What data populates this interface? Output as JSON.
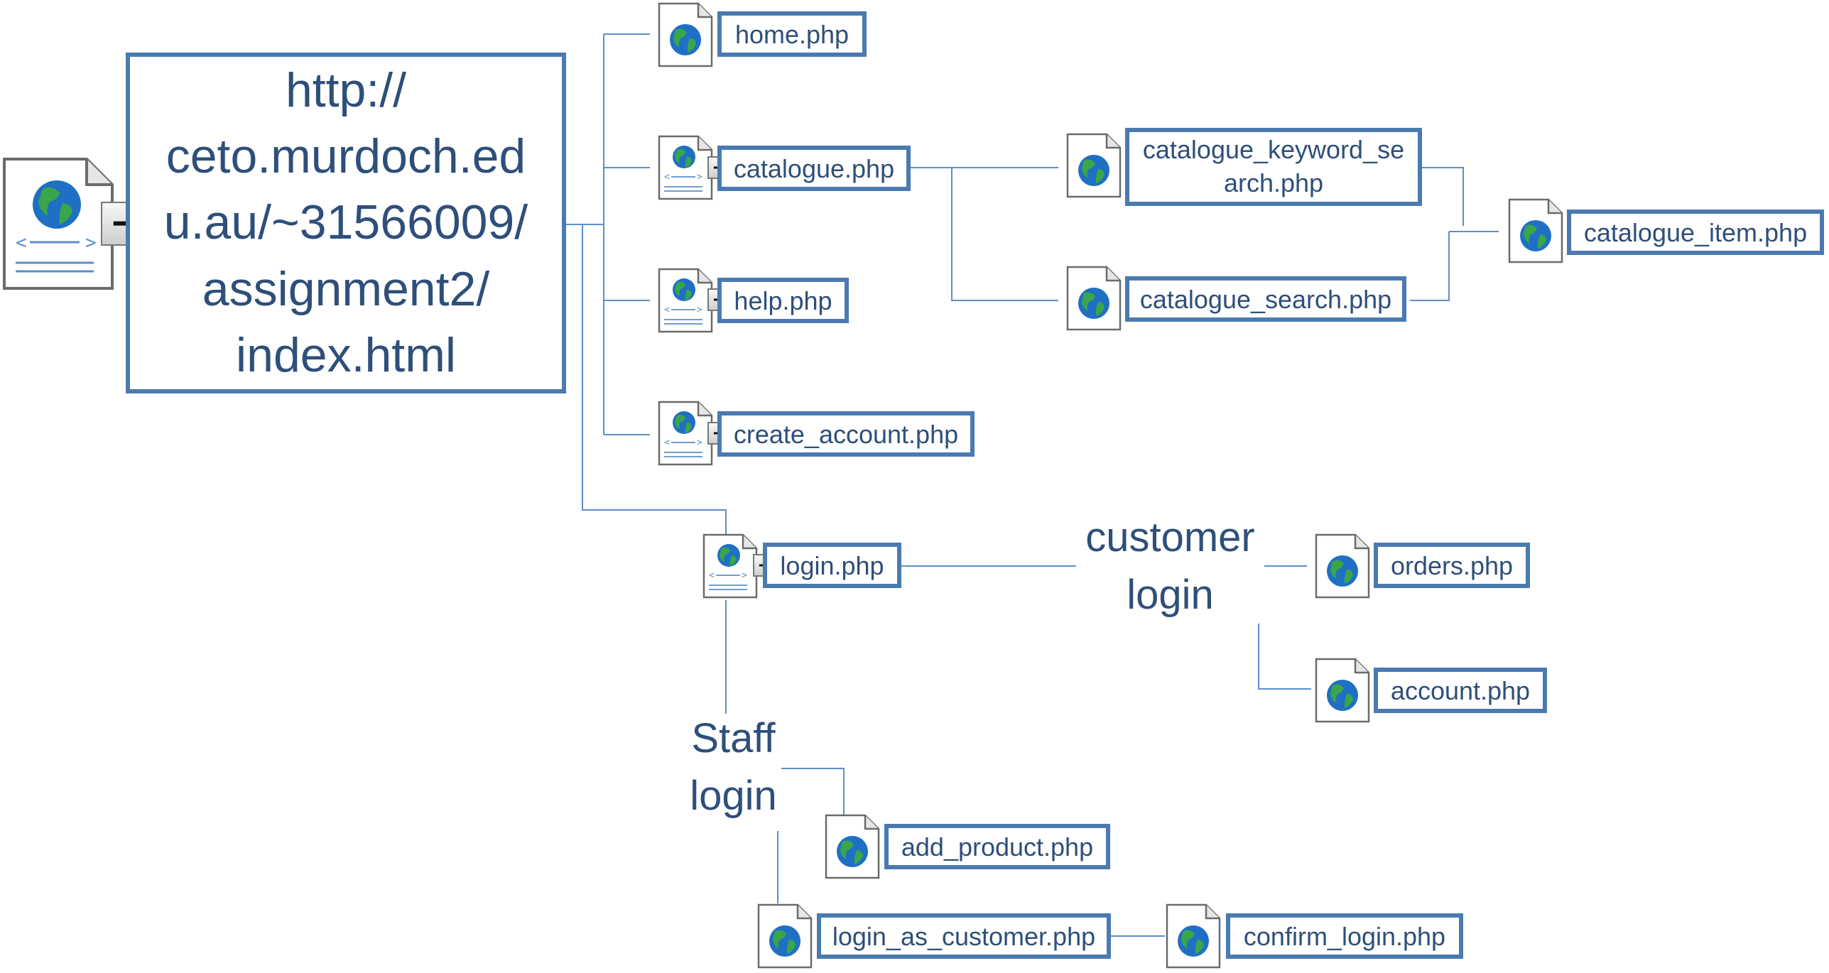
{
  "root": {
    "url_lines": [
      "http://",
      "ceto.murdoch.ed",
      "u.au/~31566009/",
      "assignment2/",
      "index.html"
    ],
    "toggle": "−"
  },
  "pages": {
    "home": "home.php",
    "catalogue": "catalogue.php",
    "help": "help.php",
    "create_account": "create_account.php",
    "login": "login.php",
    "catalogue_keyword_search": "catalogue_keyword_se\narch.php",
    "catalogue_search": "catalogue_search.php",
    "catalogue_item": "catalogue_item.php",
    "orders": "orders.php",
    "account": "account.php",
    "add_product": "add_product.php",
    "login_as_customer": "login_as_customer.php",
    "confirm_login": "confirm_login.php"
  },
  "toggles": {
    "catalogue": "−",
    "help": "+",
    "create_account": "+",
    "login": "−"
  },
  "group_labels": {
    "customer_login": "customer\nlogin",
    "staff_login": "Staff\nlogin"
  },
  "colors": {
    "box_border": "#4a7ab0",
    "text": "#2e4f7a",
    "connector": "#5b8fc9",
    "globe_ocean": "#1f6fc5",
    "globe_land": "#3aa54a"
  },
  "icons": {
    "page": "web-page-icon",
    "page_with_code": "web-page-code-icon"
  }
}
